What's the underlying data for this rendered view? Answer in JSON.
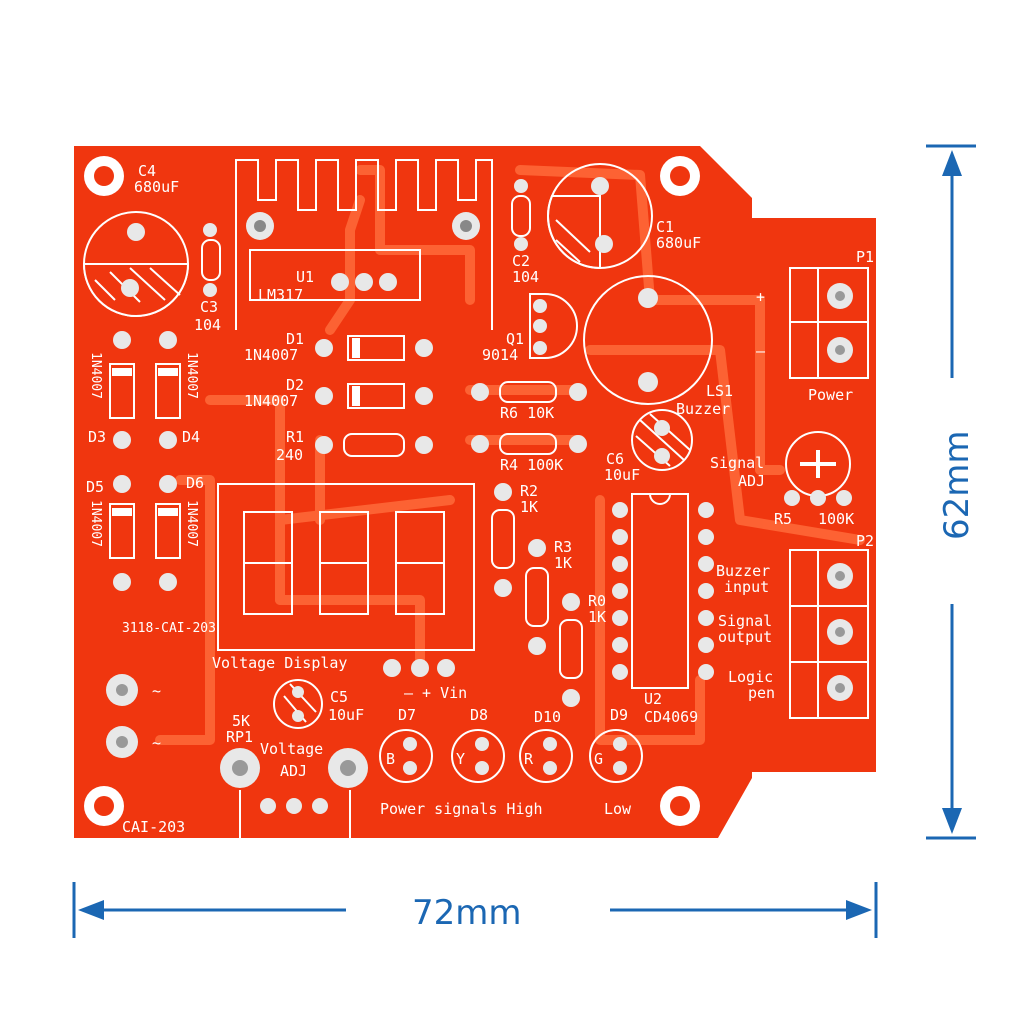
{
  "board_name": "CAI-203",
  "dimensions": {
    "width": "72mm",
    "height": "62mm"
  },
  "colors": {
    "board": "#f0360f",
    "trace": "#ff5a2a",
    "silkscreen": "#ffffff",
    "dimension": "#1b67b3",
    "pad": "#e8e8e8"
  },
  "labels": {
    "c4": "C4",
    "c4v": "680uF",
    "c1": "C1",
    "c1v": "680uF",
    "c2": "C2",
    "c2v": "104",
    "c3": "C3",
    "c3v": "104",
    "u1": "U1",
    "u1v": "LM317",
    "q1": "Q1",
    "q1v": "9014",
    "d1": "D1",
    "d1v": "1N4007",
    "d2": "D2",
    "d2v": "1N4007",
    "r1": "R1",
    "r1v": "240",
    "r6": "R6 10K",
    "r4": "R4 100K",
    "r2": "R2",
    "r2v": "1K",
    "r3": "R3",
    "r3v": "1K",
    "r0": "R0",
    "r0v": "1K",
    "d3": "D3",
    "d4": "D4",
    "d5": "D5",
    "d6": "D6",
    "diode": "1N4007",
    "ls1": "LS1",
    "buzzer": "Buzzer",
    "c6": "C6",
    "c6v": "10uF",
    "signal_adj_1": "Signal",
    "signal_adj_2": "ADJ",
    "r5": "R5",
    "r5v": "100K",
    "p1": "P1",
    "p2": "P2",
    "plus": "+",
    "minus": "—",
    "power": "Power",
    "buzzer_input_1": "Buzzer",
    "buzzer_input_2": "input",
    "signal_output_1": "Signal",
    "signal_output_2": "output",
    "logic_pen_1": "Logic",
    "logic_pen_2": "pen",
    "u2": "U2",
    "u2v": "CD4069",
    "display_code": "3118-CAI-203",
    "voltage_display": "Voltage Display",
    "vin": "— + Vin",
    "c5": "C5",
    "c5v": "10uF",
    "rp1_val": "5K",
    "rp1": "RP1",
    "voltage": "Voltage",
    "adj": "ADJ",
    "d7": "D7",
    "d8": "D8",
    "d10": "D10",
    "d9": "D9",
    "led_b": "B",
    "led_y": "Y",
    "led_r": "R",
    "led_g": "G",
    "footer": "Power signals High",
    "low": "Low",
    "tilde": "~"
  }
}
